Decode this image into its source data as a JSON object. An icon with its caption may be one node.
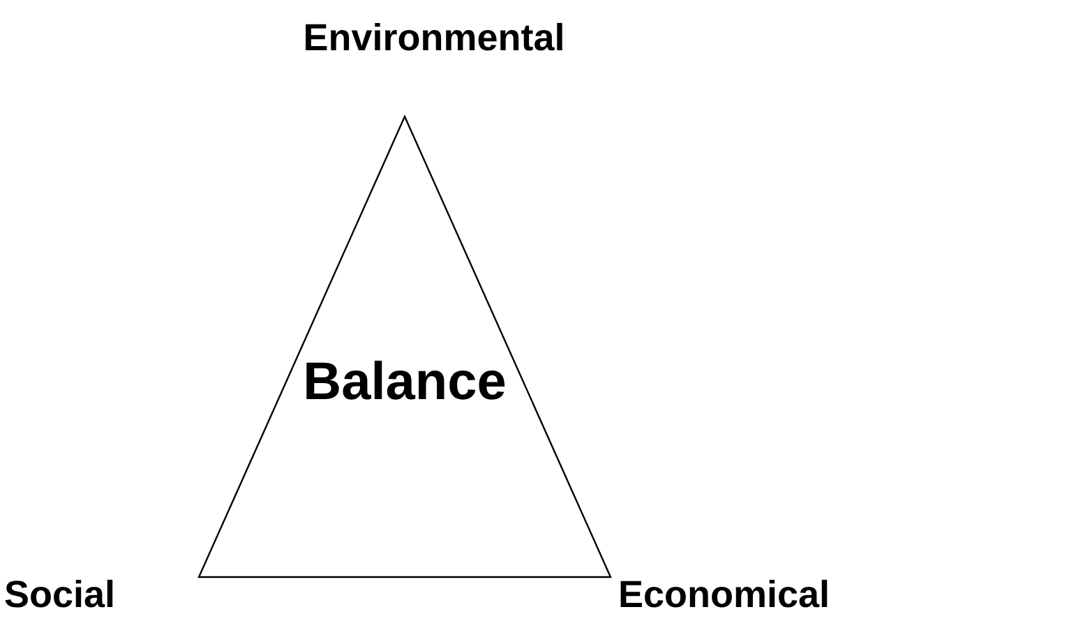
{
  "diagram": {
    "nodes": [
      {
        "text": [
          "Balance"
        ]
      }
    ],
    "edges": [],
    "labels": [
      "Environmental",
      "Social",
      "Economical"
    ]
  }
}
